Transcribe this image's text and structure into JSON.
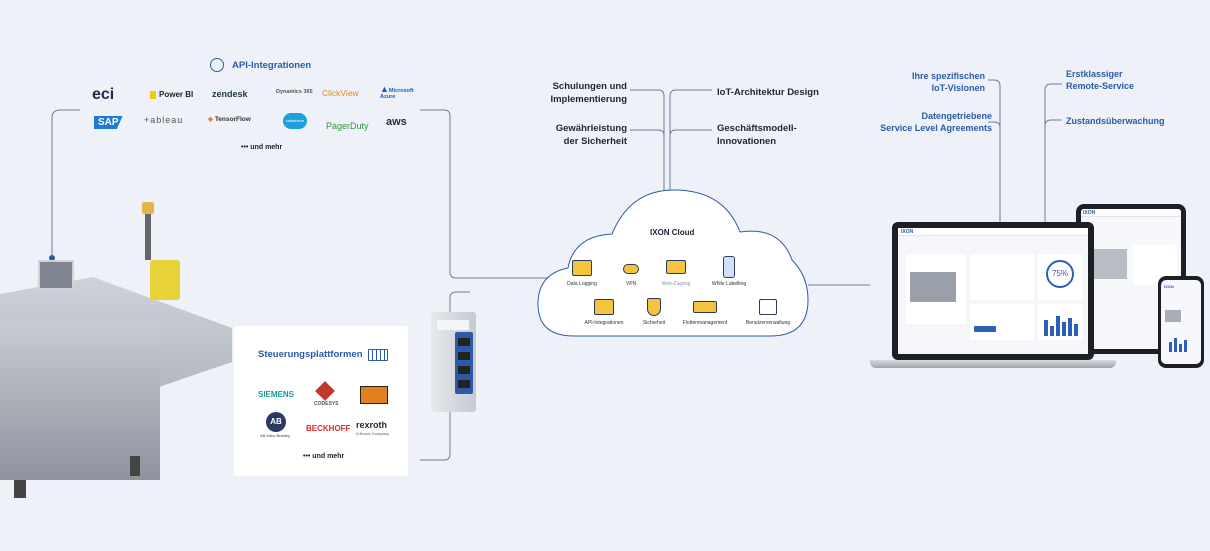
{
  "api": {
    "title": "API-Integrationen",
    "logos": [
      "eci",
      "Power BI",
      "zendesk",
      "Dynamics 365",
      "ClickView",
      "Microsoft Azure",
      "SAP",
      "+ableau",
      "TensorFlow",
      "salesforce",
      "PagerDuty",
      "aws"
    ],
    "more": "••• und mehr"
  },
  "platforms": {
    "title": "Steuerungsplattformen",
    "logos": [
      "SIEMENS",
      "CODESYS",
      "AB Allen-Bradley",
      "BECKHOFF",
      "rexroth",
      "A Bosch Company"
    ],
    "more": "••• und mehr"
  },
  "services_top": {
    "left": [
      "Schulungen und",
      "Implementierung"
    ],
    "left2": [
      "Gewährleistung",
      "der Sicherheit"
    ],
    "right": "IoT-Architektur Design",
    "right2": [
      "Geschäftsmodell-",
      "Innovationen"
    ]
  },
  "cloud": {
    "title": "IXON Cloud",
    "features": [
      {
        "label": "Data Logging",
        "icon": "data-logging-icon"
      },
      {
        "label": "VPN",
        "icon": "vpn-key-icon"
      },
      {
        "label": "Web-Zugang",
        "icon": "web-access-icon"
      },
      {
        "label": "White Labelling",
        "icon": "white-label-phone-icon"
      },
      {
        "label": "API-Integrationen",
        "icon": "api-window-icon"
      },
      {
        "label": "Sicherheit",
        "icon": "security-shield-icon"
      },
      {
        "label": "Flottenmanagement",
        "icon": "fleet-truck-icon"
      },
      {
        "label": "Benutzerverwaltung",
        "icon": "user-management-icon"
      }
    ]
  },
  "services_right": {
    "a": [
      "Ihre spezifischen",
      "IoT-Visionen"
    ],
    "b": [
      "Datengetriebene",
      "Service Level Agreements"
    ],
    "c": [
      "Erstklassiger",
      "Remote-Service"
    ],
    "d": "Zustandsüberwachung"
  },
  "dashboard": {
    "gauge": "75%",
    "brand": "IXON"
  },
  "colors": {
    "accent": "#2b5ba8",
    "background": "#eef1f8",
    "line": "#7d8aa8"
  }
}
